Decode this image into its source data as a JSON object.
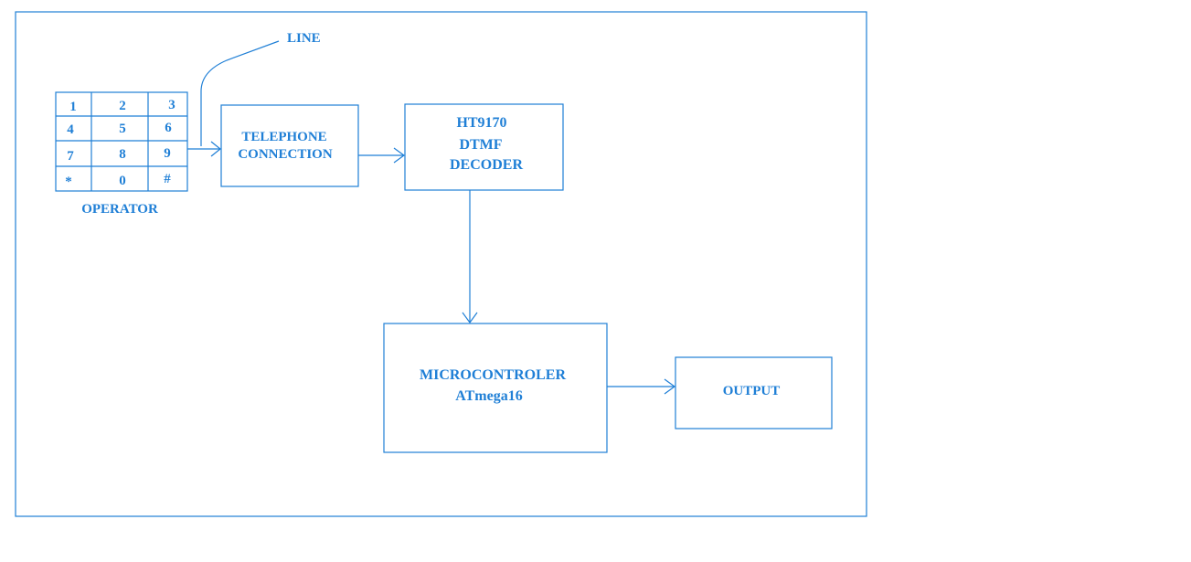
{
  "diagram": {
    "line_label": "LINE",
    "keypad": {
      "keys": [
        "1",
        "2",
        "3",
        "4",
        "5",
        "6",
        "7",
        "8",
        "9",
        "*",
        "0",
        "#"
      ],
      "label": "OPERATOR"
    },
    "telephone_connection": {
      "line1": "TELEPHONE",
      "line2": "CONNECTION"
    },
    "dtmf_decoder": {
      "line1": "HT9170",
      "line2": "DTMF",
      "line3": "DECODER"
    },
    "microcontroller": {
      "line1": "MICROCONTROLER",
      "line2": "ATmega16"
    },
    "output": {
      "label": "OUTPUT"
    }
  },
  "colors": {
    "accent": "#1f7fd6"
  }
}
